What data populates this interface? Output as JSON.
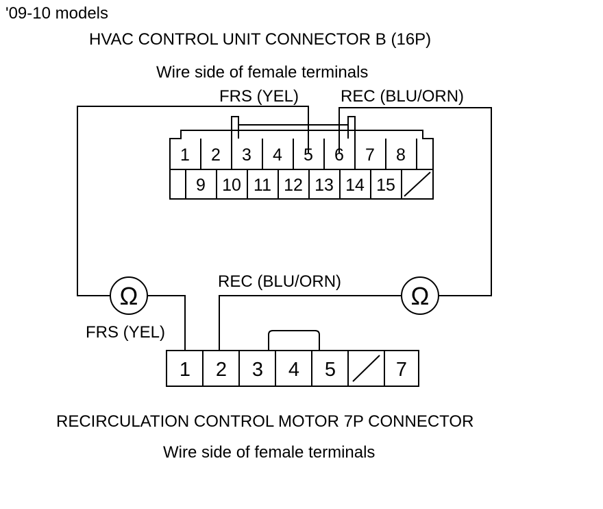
{
  "model_note": "'09-10 models",
  "top_connector": {
    "title": "HVAC CONTROL UNIT CONNECTOR B (16P)",
    "subtitle": "Wire side of female terminals",
    "row1": [
      "1",
      "2",
      "3",
      "4",
      "5",
      "6",
      "7",
      "8"
    ],
    "row2": [
      "",
      "9",
      "10",
      "11",
      "12",
      "13",
      "14",
      "15",
      ""
    ],
    "wire_frs_label": "FRS (YEL)",
    "wire_rec_label": "REC (BLU/ORN)"
  },
  "bottom_connector": {
    "title": "RECIRCULATION CONTROL MOTOR 7P CONNECTOR",
    "subtitle": "Wire side of female terminals",
    "terminals": [
      "1",
      "2",
      "3",
      "4",
      "5",
      "",
      "7"
    ],
    "wire_frs_label": "FRS (YEL)",
    "wire_rec_label": "REC (BLU/ORN)"
  },
  "ohm_symbol": "Ω",
  "icons": {
    "ohmmeter": "ohmmeter-icon",
    "unused_terminal": "unused-terminal-slash-icon"
  }
}
